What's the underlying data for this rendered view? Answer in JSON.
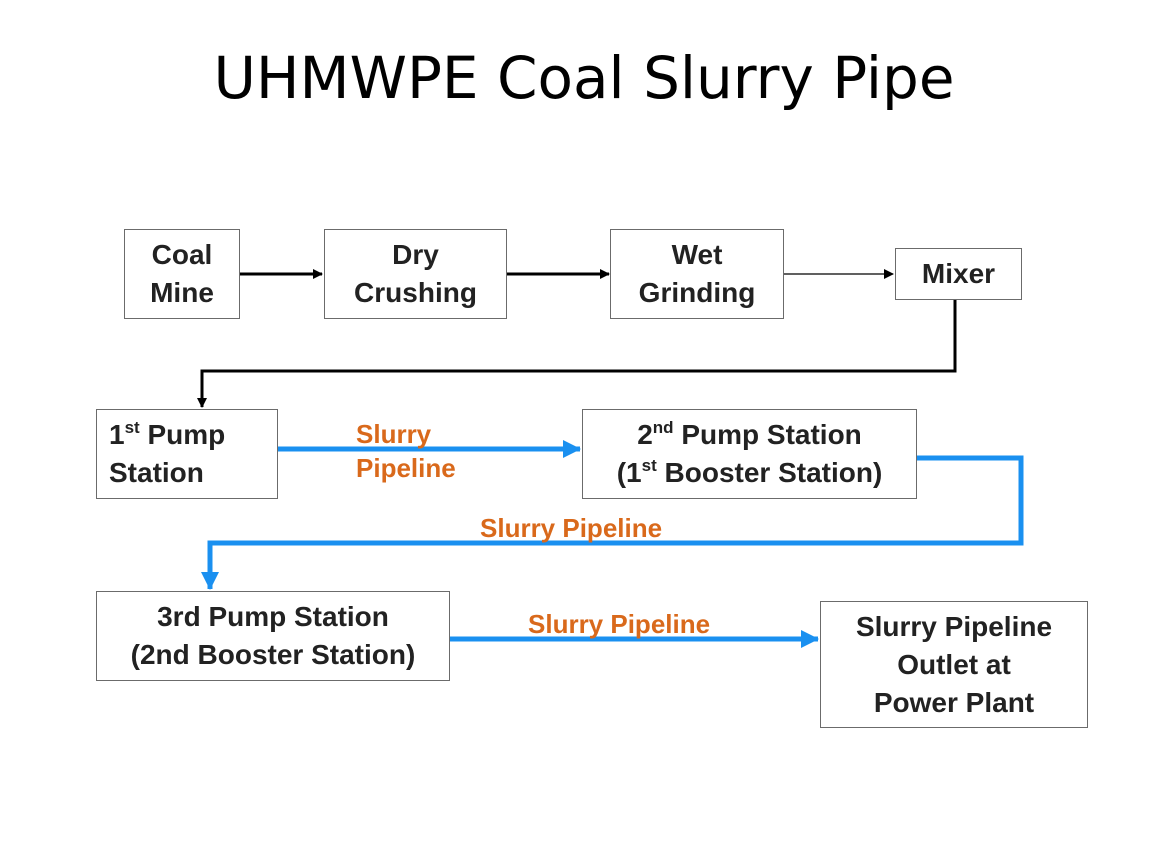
{
  "title": "UHMWPE Coal Slurry Pipe",
  "colors": {
    "pipeline_arrow": "#1a90f0",
    "flow_arrow": "#000000",
    "label_text": "#d9691b",
    "box_border": "#6b6b6b"
  },
  "nodes": {
    "coal_mine": [
      "Coal",
      "Mine"
    ],
    "dry_crushing": [
      "Dry",
      "Crushing"
    ],
    "wet_grinding": [
      "Wet",
      "Grinding"
    ],
    "mixer": [
      "Mixer"
    ],
    "pump1": {
      "line1_num": "1",
      "line1_sup": "st",
      "line1_rest": " Pump",
      "line2": "Station"
    },
    "pump2": {
      "line1_num": "2",
      "line1_sup": "nd",
      "line1_rest": " Pump Station",
      "line2_pre": "(1",
      "line2_sup": "st",
      "line2_rest": " Booster Station)"
    },
    "pump3": [
      "3rd Pump Station",
      "(2nd Booster Station)"
    ],
    "outlet": [
      "Slurry Pipeline",
      "Outlet at",
      "Power Plant"
    ]
  },
  "labels": {
    "pipeline_1": [
      "Slurry",
      "Pipeline"
    ],
    "pipeline_2": "Slurry Pipeline",
    "pipeline_3": "Slurry Pipeline"
  }
}
